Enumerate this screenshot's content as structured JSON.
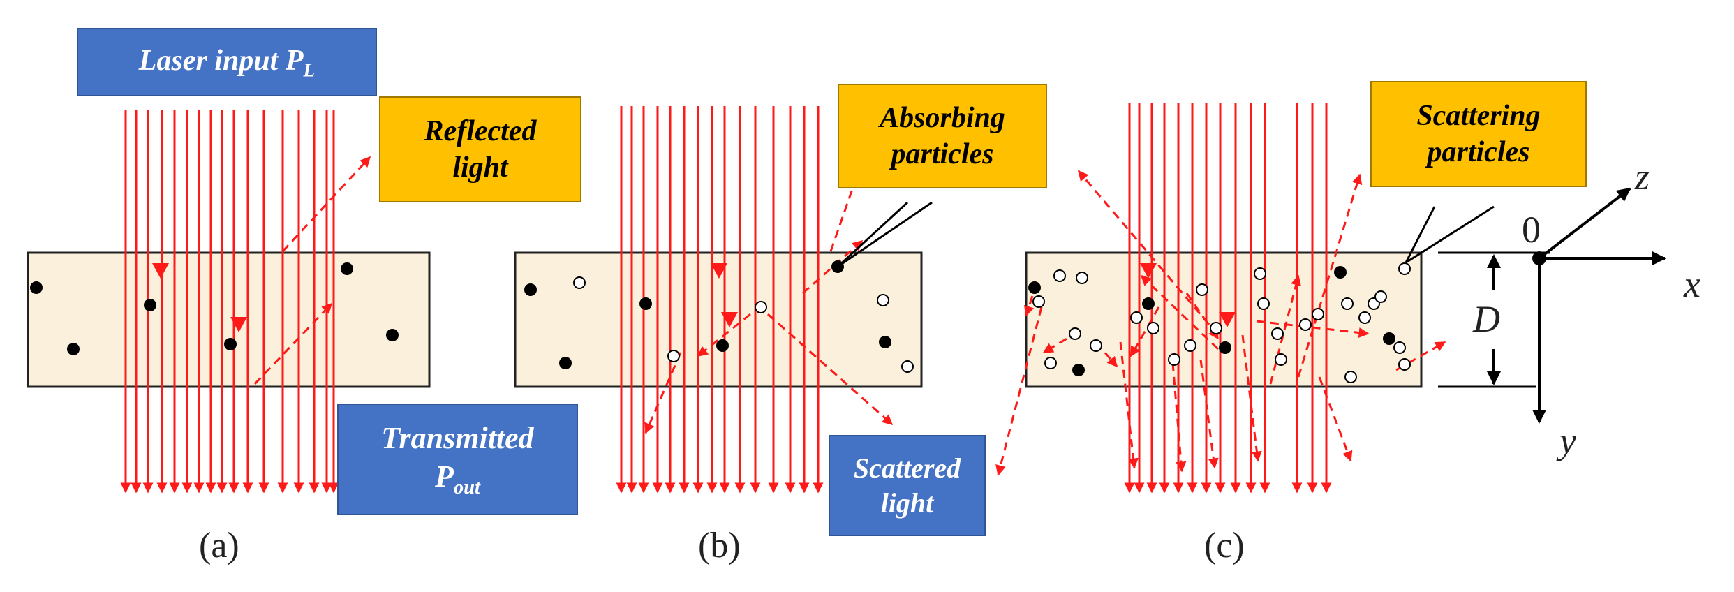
{
  "labels": {
    "laser_input": "Laser input P",
    "laser_input_sub": "L",
    "reflected": [
      "Reflected",
      "light"
    ],
    "transmitted_1": "Transmitted",
    "transmitted_2": "P",
    "transmitted_2_sub": "out",
    "absorbing": [
      "Absorbing",
      "particles"
    ],
    "scattered": [
      "Scattered",
      "light"
    ],
    "scattering": [
      "Scattering",
      "particles"
    ]
  },
  "panels": [
    "(a)",
    "(b)",
    "(c)"
  ],
  "axes": {
    "origin": "0",
    "x": "x",
    "y": "y",
    "z": "z",
    "thickness": "D"
  },
  "colors": {
    "beam": "#ff1a1a",
    "slab_fill": "#fbf0dc",
    "slab_border": "#222222",
    "label_blue": "#4472c4",
    "label_gold": "#ffc000"
  }
}
